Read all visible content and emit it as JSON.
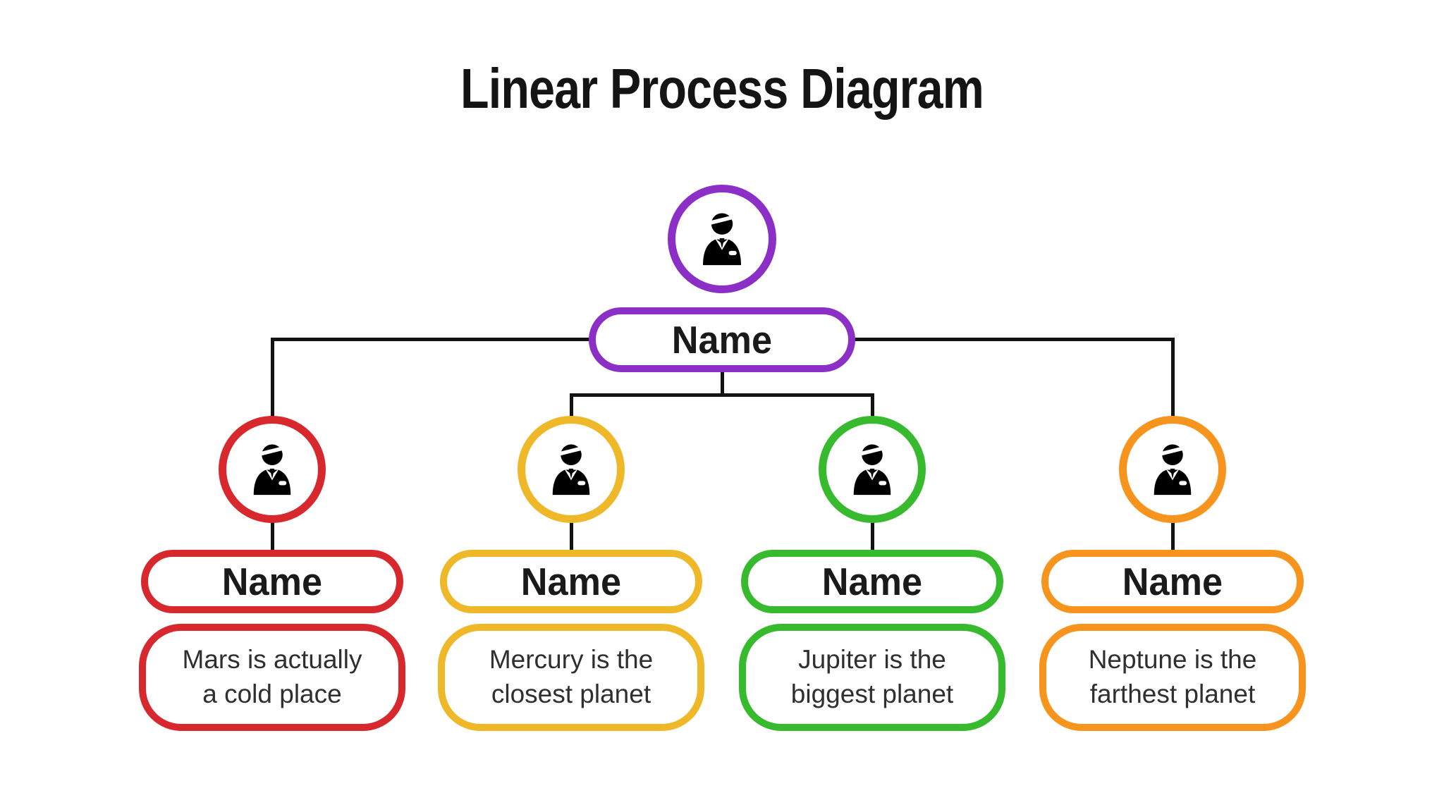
{
  "title": "Linear Process Diagram",
  "colors": {
    "line": "#121212",
    "background": "#ffffff",
    "root_accent": "#8B2FC6",
    "child_accents": [
      "#D7282E",
      "#EEB829",
      "#38BA2F",
      "#F7941D"
    ]
  },
  "root": {
    "name": "Name",
    "color": "#8B2FC6",
    "icon": "businessman-icon"
  },
  "nodes": [
    {
      "name": "Name",
      "description": "Mars is actually\na cold place",
      "color": "#D7282E",
      "icon": "businessman-icon"
    },
    {
      "name": "Name",
      "description": "Mercury is the\nclosest planet",
      "color": "#EEB829",
      "icon": "businessman-icon"
    },
    {
      "name": "Name",
      "description": "Jupiter is the\nbiggest planet",
      "color": "#38BA2F",
      "icon": "businessman-icon"
    },
    {
      "name": "Name",
      "description": "Neptune is the\nfarthest planet",
      "color": "#F7941D",
      "icon": "businessman-icon"
    }
  ]
}
